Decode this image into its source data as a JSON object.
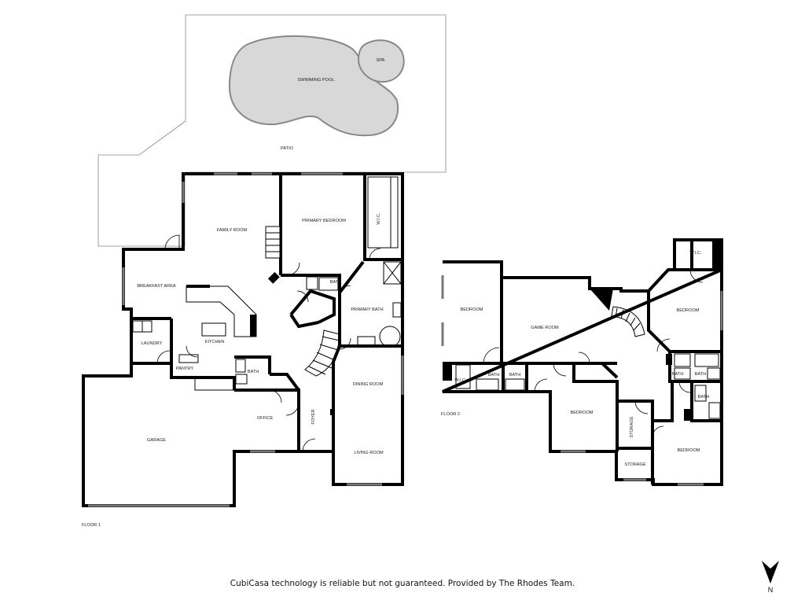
{
  "outdoor": {
    "pool": "SWIMMING POOL",
    "spa": "SPA",
    "patio": "PATIO"
  },
  "floor1": {
    "label": "FLOOR 1",
    "rooms": {
      "family_room": "FAMILY ROOM",
      "primary_bedroom": "PRIMARY BEDROOM",
      "wic": "W.I.C.",
      "breakfast_area": "BREAKFAST AREA",
      "bath_hall": "BATH",
      "primary_bath": "PRIMARY BATH",
      "laundry": "LAUNDRY",
      "kitchen": "KITCHEN",
      "pantry": "PANTRY",
      "bath_office": "BATH",
      "dining_room": "DINING ROOM",
      "garage": "GARAGE",
      "office": "OFFICE",
      "foyer": "FOYER",
      "living_room": "LIVING ROOM"
    }
  },
  "floor2": {
    "label": "FLOOR 2",
    "rooms": {
      "wic_ne": "W.I.C.",
      "bedroom_w": "BEDROOM",
      "game_room": "GAME ROOM",
      "bedroom_ne": "BEDROOM",
      "wic_w": "W.I.C.",
      "bath_a": "BATH",
      "bath_b": "BATH",
      "bath_c": "BATH",
      "bath_d": "BATH",
      "bath_e": "BATH",
      "bedroom_c": "BEDROOM",
      "storage_v": "STORAGE",
      "storage": "STORAGE",
      "bedroom_se": "BEDROOM"
    }
  },
  "footer": {
    "disclaimer": "CubiCasa technology is reliable but not guaranteed. Provided by The Rhodes Team."
  },
  "compass": {
    "label": "N",
    "direction": "north"
  }
}
